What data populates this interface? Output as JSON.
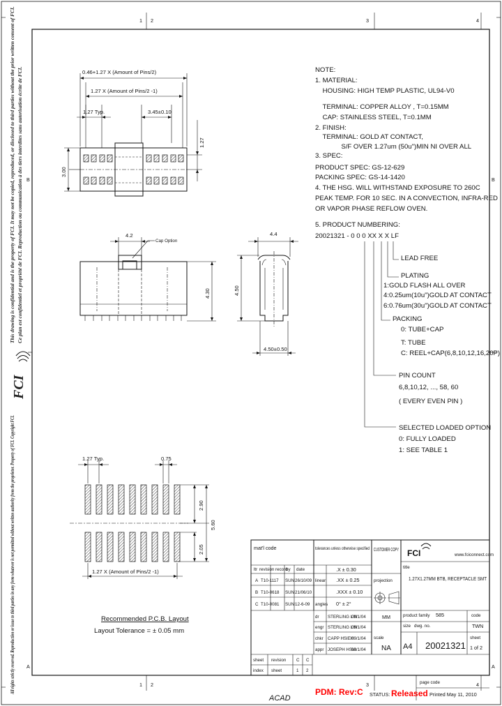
{
  "border": {
    "zones_top": [
      "1",
      "2",
      "3",
      "4"
    ],
    "zones_bottom": [
      "1",
      "2",
      "3",
      "4"
    ],
    "zones_left": [
      "B",
      "A"
    ],
    "zones_right": [
      "B",
      "A"
    ]
  },
  "side_notice": {
    "en": "This drawing is confidential and is the property of FCI. It may not be copied, reproduced, or disclosed to third parties without the prior written consent of FCI.",
    "fr": "Ce plan est confidentiel et propriété de FCI. Reproduction ou communication à des tiers interdites sans autorisation écrite de FCI.",
    "rights": "All rights strictly reserved. Reproduction or issue to third parties in any form whatever is not permitted without written authority from the proprietor. Property of FCI. Copyright FCI."
  },
  "fci_logo_text": "FCI",
  "notes": [
    "NOTE:",
    "1. MATERIAL:",
    "    HOUSING: HIGH TEMP PLASTIC, UL94-V0",
    "    TERMINAL: COPPER ALLOY , T=0.15MM",
    "    CAP: STAINLESS STEEL, T=0.1MM",
    "2. FINISH:",
    "    TERMINAL: GOLD AT CONTACT,",
    "              S/F OVER 1.27um (50u\")MIN NI OVER ALL",
    "3. SPEC:",
    "PRODUCT SPEC: GS-12-629",
    "PACKING SPEC: GS-14-1420",
    "4. THE HSG. WILL WITHSTAND EXPOSURE TO 260C",
    "PEAK TEMP. FOR 10 SEC. IN A CONVECTION, INFRA-RED",
    "OR VAPOR PHASE REFLOW OVEN.",
    "5. PRODUCT NUMBERING:"
  ],
  "part_number_template": "20021321 - 0 0 0 XX X X LF",
  "numbering": {
    "lead_free": "LEAD FREE",
    "plating": [
      "PLATING",
      "1:GOLD FLASH ALL OVER",
      "4:0.25um(10u\")GOLD AT CONTACT",
      "6:0.76um(30u\")GOLD AT CONTACT"
    ],
    "packing": [
      "PACKING",
      "0: TUBE+CAP",
      "T: TUBE",
      "C: REEL+CAP(6,8,10,12,16,20P)"
    ],
    "pin_count": [
      "PIN COUNT",
      "6,8,10,12, ...,  58, 60",
      "( EVERY EVEN PIN )"
    ],
    "loaded": [
      "SELECTED LOADED OPTION",
      "0: FULLY LOADED",
      "1: SEE TABLE 1"
    ]
  },
  "top_view_dims": {
    "overall": "0.46+1.27 X (Amount of Pins/2)",
    "pitch_sum": "1.27 X (Amount of Pins/2 -1)",
    "typ": "1.27 Typ.",
    "cap": "3.45±0.10",
    "height": "3.00",
    "pitch_v": "1.27"
  },
  "side_view_dims": {
    "cap_width": "4.2",
    "cap_option": "Cap Option",
    "height": "4.30"
  },
  "end_view_dims": {
    "width": "4.4",
    "height": "4.50",
    "base": "4.50±0.50"
  },
  "pcb_dims": {
    "typ": "1.27 Typ.",
    "pad_w": "0.75",
    "row1": "2.90",
    "total": "5.60",
    "row2": "2.05",
    "span": "1.27 X (Amount of Pins/2 -1)"
  },
  "pcb_caption": {
    "title": "Recommended P.C.B. Layout",
    "tolerance": "Layout Tolerance = ± 0.05 mm"
  },
  "title_block": {
    "material_code": "mat'l code",
    "tolerances_hdr": "tolerances unless otherwise specified",
    "tol_rows": [
      {
        "label": "",
        "value": ".X ± 0.30"
      },
      {
        "label": "linear",
        "value": ".XX ± 0.25"
      },
      {
        "label": "",
        "value": ".XXX ± 0.10"
      },
      {
        "label": "angles",
        "value": "0° ± 2°"
      }
    ],
    "rev_hdr": [
      "ltr",
      "revision record",
      "by",
      "date"
    ],
    "revisions": [
      {
        "ltr": "A",
        "eco": "T10-1117",
        "by": "SUN",
        "date": "26/10/09"
      },
      {
        "ltr": "B",
        "eco": "T10-0618",
        "by": "SUN",
        "date": "21/06/10"
      },
      {
        "ltr": "C",
        "eco": "T10-0081",
        "by": "SUN",
        "date": "12-6-09"
      }
    ],
    "customer_copy": "CUSTOMER COPY",
    "brand": "FCI",
    "website": "www.fciconnect.com",
    "projection": "projection",
    "title_label": "title",
    "title_value": "1.27X1.27MM BTB, RECEPTACLE SMT",
    "sign_rows": [
      {
        "role": "dr",
        "name": "STERLING LIN",
        "date": "09/1/04"
      },
      {
        "role": "engr",
        "name": "STERLING LIN",
        "date": "09/1/04"
      },
      {
        "role": "chkr",
        "name": "CAPP HSIEH",
        "date": "09/1/04"
      },
      {
        "role": "appr",
        "name": "JOSEPH HSIA",
        "date": "09/1/04"
      }
    ],
    "units_label": "MM",
    "scale_label": "scale",
    "scale_value": "NA",
    "product_family_label": "product family",
    "product_family_value": "585",
    "code_label": "code",
    "code_value": "TWN",
    "size_label": "size",
    "dwg_label": "dwg. no.",
    "size_value": "A4",
    "dwg_value": "20021321",
    "sheet_label": "sheet",
    "sheet_value": "1 of 2",
    "sheet_hdr": [
      "sheet",
      "revision",
      "C",
      "C"
    ],
    "index_hdr": [
      "index",
      "sheet",
      "1",
      "2"
    ],
    "page_code": "page code",
    "printed": "Printed May 11, 2010"
  },
  "footer": {
    "acad": "ACAD",
    "pdm": "PDM: Rev:C",
    "status_label": "STATUS:",
    "status_value": "Released"
  }
}
